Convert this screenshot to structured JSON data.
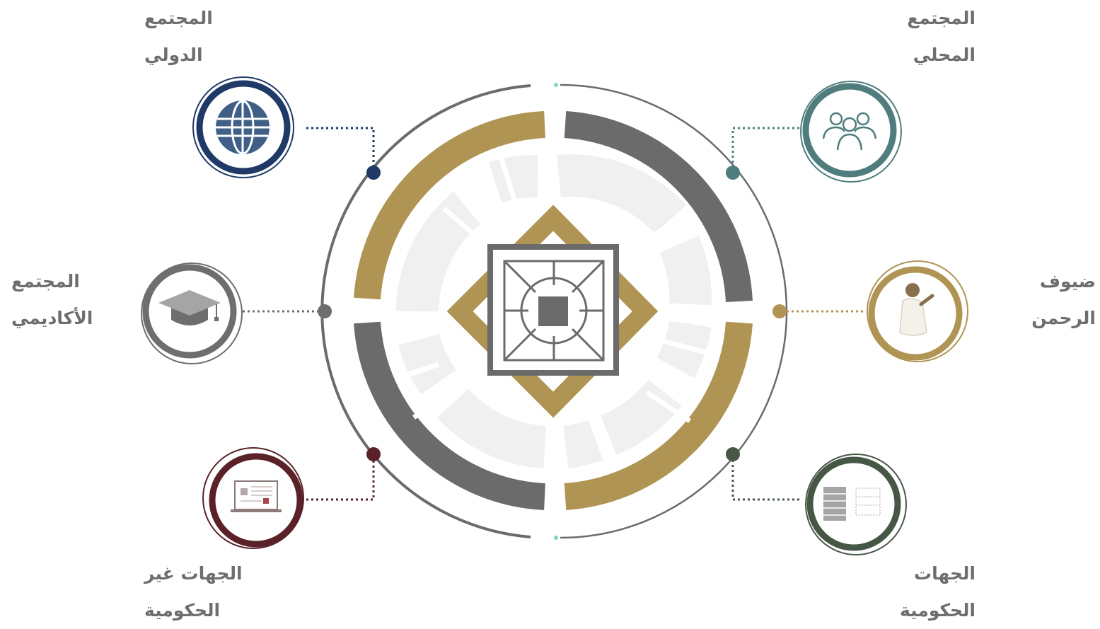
{
  "colors": {
    "gold": "#b09453",
    "dark_gray": "#6b6b6b",
    "light_gray": "#f0f0f0",
    "international": "#1f3a66",
    "local": "#4f7c7c",
    "academic": "#6e6e6e",
    "pilgrims": "#b09453",
    "ngo": "#5a2228",
    "government": "#465845",
    "label_text": "#6e6e6e"
  },
  "stakeholders": {
    "local_community": {
      "line1": "المجتمع",
      "line2": "المحلي",
      "icon": "people-group-icon",
      "color_key": "local"
    },
    "international_community": {
      "line1": "المجتمع",
      "line2": "الدولي",
      "icon": "globe-icon",
      "color_key": "international"
    },
    "academic_community": {
      "line1": "المجتمع",
      "line2": "الأكاديمي",
      "icon": "graduation-cap-icon",
      "color_key": "academic"
    },
    "pilgrims": {
      "line1": "ضيوف",
      "line2": "الرحمن",
      "icon": "praying-pilgrim-icon",
      "color_key": "pilgrims"
    },
    "ngos": {
      "line1": "الجهات غير",
      "line2": "الحكومية",
      "icon": "laptop-article-icon",
      "color_key": "ngo"
    },
    "government": {
      "line1": "الجهات",
      "line2": "الحكومية",
      "icon": "buildings-icon",
      "color_key": "government"
    }
  },
  "center": {
    "icon": "islamic-geometric-emblem-icon"
  }
}
